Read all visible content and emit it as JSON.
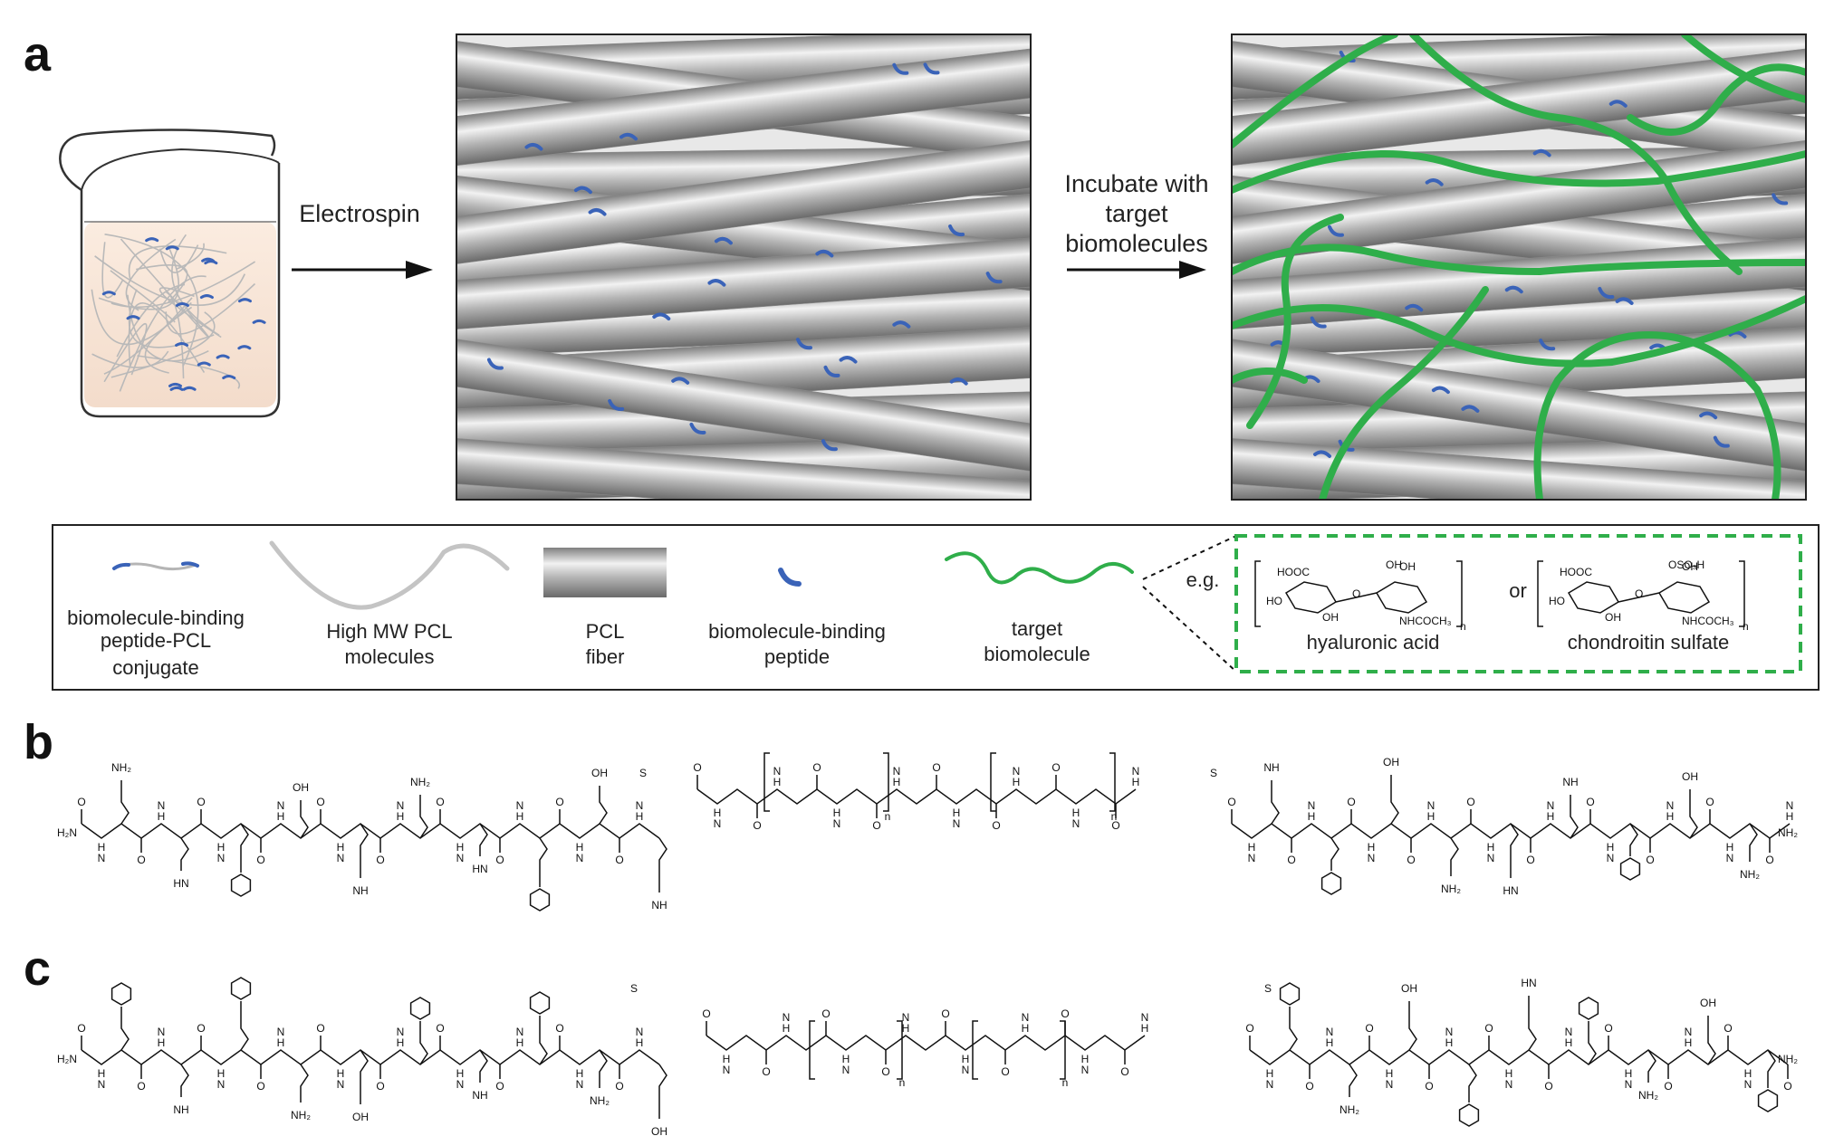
{
  "panel_labels": {
    "a": "a",
    "b": "b",
    "c": "c"
  },
  "arrows": {
    "electrospin": "Electrospin",
    "incubate_lines": [
      "Incubate with",
      "target",
      "biomolecules"
    ]
  },
  "legend": {
    "items": [
      {
        "lines": [
          "biomolecule-binding",
          "peptide-PCL",
          "conjugate"
        ]
      },
      {
        "lines": [
          "High MW PCL",
          "molecules"
        ]
      },
      {
        "lines": [
          "PCL",
          "fiber"
        ]
      },
      {
        "lines": [
          "biomolecule-binding",
          "peptide"
        ]
      },
      {
        "lines": [
          "target",
          "biomolecule"
        ]
      }
    ],
    "eg": "e.g.",
    "or": "or",
    "examples": [
      "hyaluronic acid",
      "chondroitin sulfate"
    ],
    "sugar_labels": {
      "hooc": "HOOC",
      "ho": "HO",
      "oh": "OH",
      "o": "O",
      "nhcoch3": "NHCOCH₃",
      "n": "n",
      "oso3h": "OSO₃H"
    }
  },
  "chem_labels": {
    "nh2": "NH₂",
    "h2n": "H₂N",
    "nh": "NH",
    "hn": "HN",
    "n": "N",
    "o": "O",
    "s": "S",
    "oh": "OH",
    "ho": "HO",
    "sub_n": "n",
    "h": "H"
  },
  "colors": {
    "peptide_blue": "#3a63b8",
    "target_green": "#2fae4a",
    "legend_border_green": "#2fae4a",
    "fiber_gray": "#9a9a9a"
  }
}
